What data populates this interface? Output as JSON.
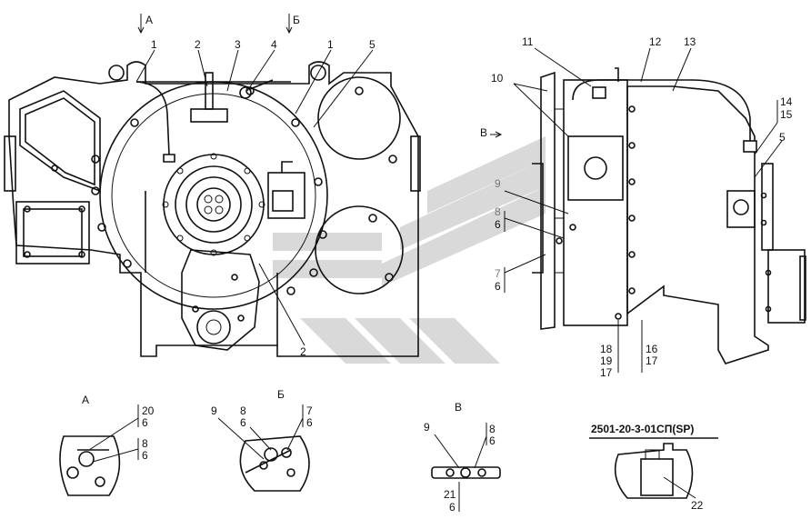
{
  "labels": {
    "view_a_arrow": "A",
    "view_b_arrow": "Б",
    "view_v_arrow": "В",
    "p1a": "1",
    "p2": "2",
    "p3": "3",
    "p4": "4",
    "p1b": "1",
    "p5a": "5",
    "p2b": "2",
    "p11": "11",
    "p12": "12",
    "p13": "13",
    "p10": "10",
    "p14": "14",
    "p15": "15",
    "p5b": "5",
    "p9": "9",
    "p8": "8",
    "p6a": "6",
    "p7": "7",
    "p6b": "6",
    "p18": "18",
    "p19": "19",
    "p17a": "17",
    "p16": "16",
    "p17b": "17",
    "inset_a_title": "А",
    "ia20": "20",
    "ia6a": "6",
    "ia8": "8",
    "ia6b": "6",
    "inset_b_title": "Б",
    "ib9": "9",
    "ib8": "8",
    "ib6a": "6",
    "ib7": "7",
    "ib6b": "6",
    "inset_v_title": "В",
    "iv9": "9",
    "iv8": "8",
    "iv6a": "6",
    "iv21": "21",
    "iv6b": "6",
    "spec_code": "2501-20-3-01СП(SP)",
    "p22": "22"
  },
  "colors": {
    "line": "#111111",
    "watermark": "#d9d9d9"
  }
}
